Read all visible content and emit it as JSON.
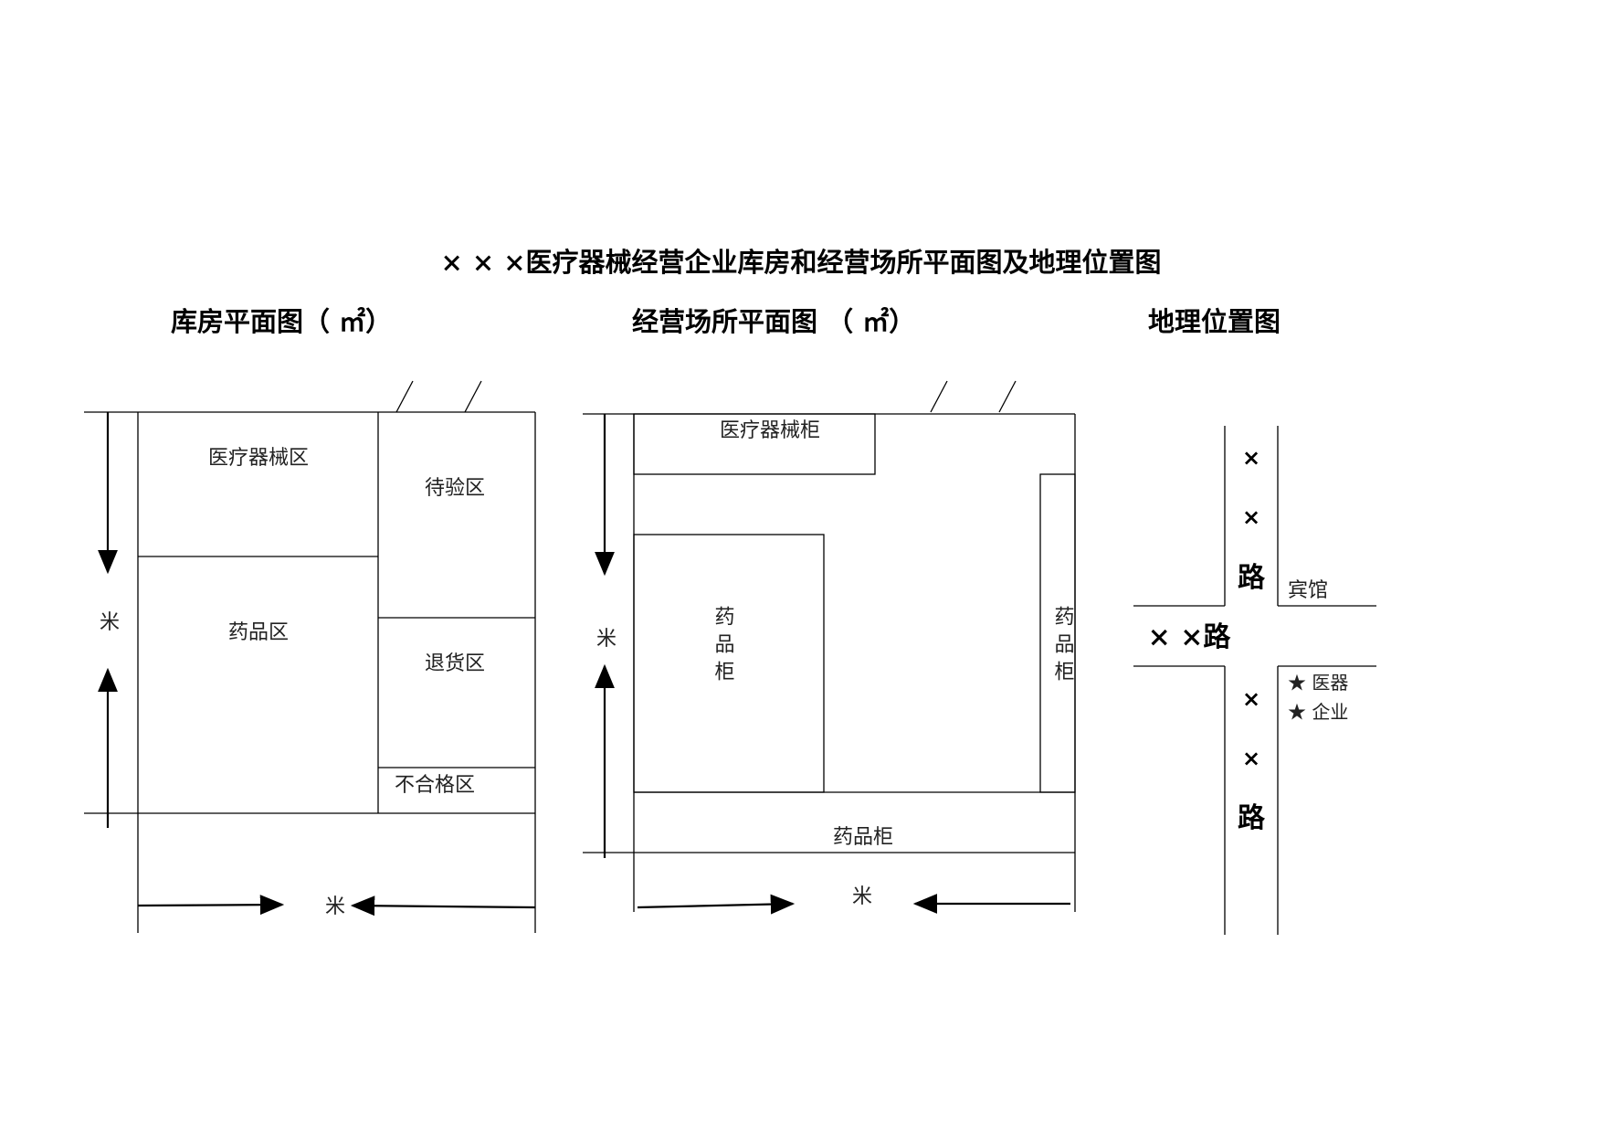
{
  "title": "× × ×医疗器械经营企业库房和经营场所平面图及地理位置图",
  "warehouse": {
    "heading": "库房平面图（    ㎡）",
    "zones": {
      "device": "医疗器械区",
      "pending": "待验区",
      "drug": "药品区",
      "returns": "退货区",
      "unqualified": "不合格区"
    },
    "unit_v": "米",
    "unit_h": "米"
  },
  "store": {
    "heading": "经营场所平面图  （    ㎡）",
    "cabinets": {
      "device": "医疗器械柜",
      "drug_left": "药品柜",
      "drug_right": "药品柜",
      "drug_bottom": "药品柜"
    },
    "unit_v": "米",
    "unit_h": "米"
  },
  "location": {
    "heading": "地理位置图",
    "road_h": "× ×路",
    "road_v_top": [
      "×",
      "×",
      "路"
    ],
    "road_v_bottom": [
      "×",
      "×",
      "路"
    ],
    "hotel": "宾馆",
    "company": [
      "★  医器",
      "★  企业"
    ]
  }
}
